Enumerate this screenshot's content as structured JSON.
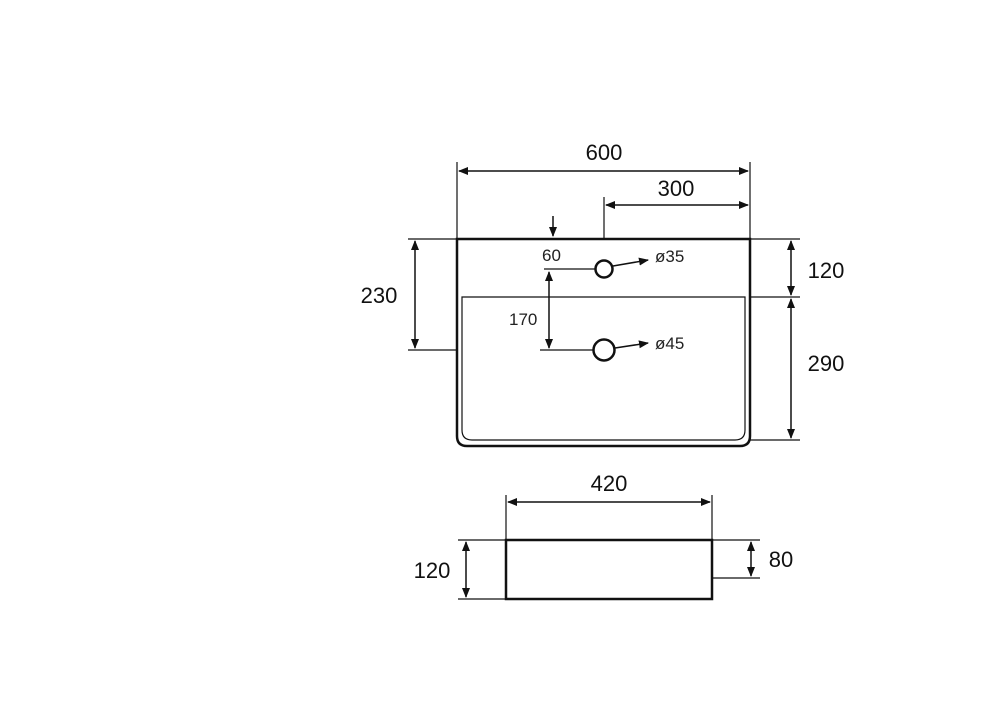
{
  "drawing": {
    "top_view": {
      "overall_width": "600",
      "tap_offset": "300",
      "tap_hole_edge_offset": "60",
      "tap_hole_diameter": "ø35",
      "drain_distance": "170",
      "drain_diameter": "ø45",
      "deck_depth": "120",
      "bowl_depth": "290",
      "drain_from_back": "230"
    },
    "front_view": {
      "width": "420",
      "height": "120",
      "inner_height": "80"
    }
  }
}
